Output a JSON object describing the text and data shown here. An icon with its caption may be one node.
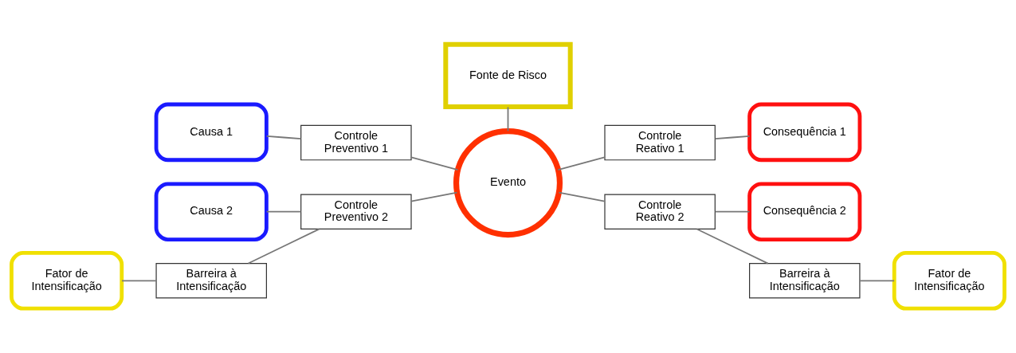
{
  "diagram": {
    "nodes": [
      {
        "text": [
          "Fonte de Risco"
        ]
      },
      {
        "text": [
          "Causa 1"
        ]
      },
      {
        "text": [
          "Controle Preventivo 1"
        ]
      },
      {
        "text": [
          "Controle Reativo 1"
        ]
      },
      {
        "text": [
          "Consequência 1"
        ]
      },
      {
        "text": [
          "Evento"
        ]
      },
      {
        "text": [
          "Causa 2"
        ]
      },
      {
        "text": [
          "Controle Preventivo 2"
        ]
      },
      {
        "text": [
          "Controle Reativo 2"
        ]
      },
      {
        "text": [
          "Consequência 2"
        ]
      },
      {
        "text": [
          "Fator de Intensificação"
        ]
      },
      {
        "text": [
          "Barreira à Intensificação"
        ]
      },
      {
        "text": [
          "Barreira à Intensificação"
        ]
      },
      {
        "text": [
          "Fator de Intensificação"
        ]
      }
    ],
    "edges": [
      {
        "from": 0,
        "to": 5,
        "arrow": "none"
      },
      {
        "from": 1,
        "to": 2,
        "arrow": "none"
      },
      {
        "from": 2,
        "to": 5,
        "arrow": "none"
      },
      {
        "from": 6,
        "to": 7,
        "arrow": "none"
      },
      {
        "from": 7,
        "to": 5,
        "arrow": "none"
      },
      {
        "from": 10,
        "to": 11,
        "arrow": "none"
      },
      {
        "from": 11,
        "to": 7,
        "arrow": "none"
      },
      {
        "from": 5,
        "to": 3,
        "arrow": "none"
      },
      {
        "from": 3,
        "to": 4,
        "arrow": "none"
      },
      {
        "from": 5,
        "to": 8,
        "arrow": "none"
      },
      {
        "from": 8,
        "to": 9,
        "arrow": "none"
      },
      {
        "from": 8,
        "to": 12,
        "arrow": "none"
      },
      {
        "from": 12,
        "to": 13,
        "arrow": "none"
      }
    ]
  }
}
